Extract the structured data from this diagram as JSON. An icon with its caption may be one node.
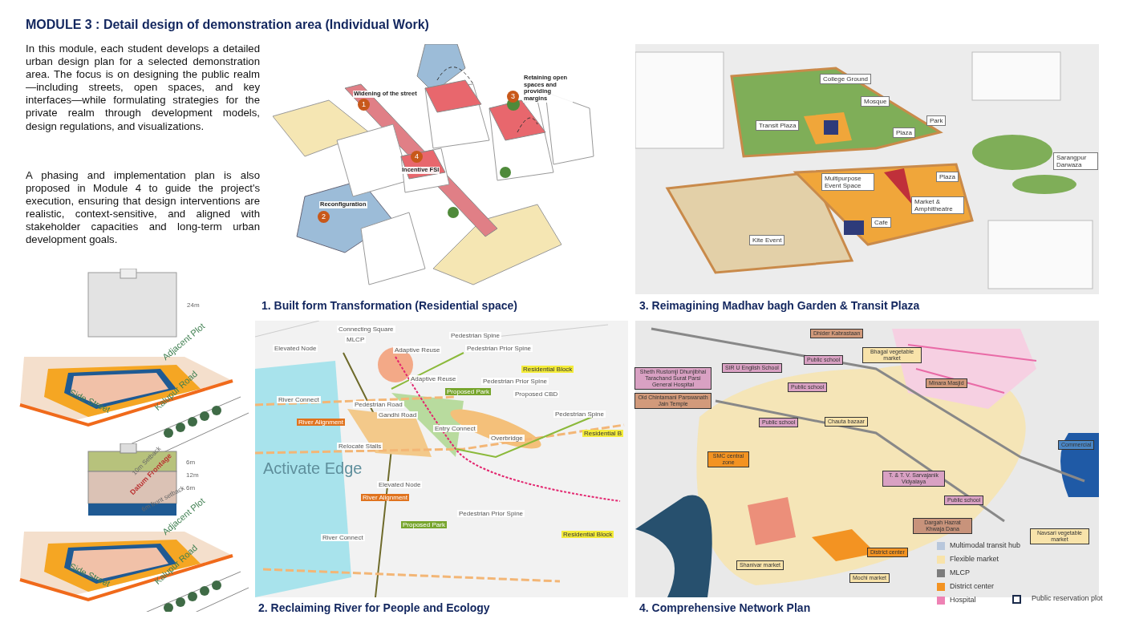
{
  "diagram": {
    "title": "MODULE 3 : Detail design of demonstration area (Individual Work)",
    "labels": [
      "In this module, each student develops a detailed urban design plan for a selected demonstration area. The focus is on designing the public realm—including streets, open spaces, and key interfaces—while formulating strategies for the private realm through development models, design regulations, and visualizations.",
      "A phasing and implementation plan is also proposed in Module 4 to guide the project's execution, ensuring that design interventions are realistic, context-sensitive, and aligned with stakeholder capacities and long-term urban development goals.",
      "Widening of the street",
      "1",
      "Retaining open spaces and providing margins",
      "3",
      "4",
      "Incentive FSI",
      "Reconfiguration",
      "2",
      "1. Built form Transformation (Residential space)",
      "College Ground",
      "Mosque",
      "Transit Plaza",
      "Park",
      "Plaza",
      "Sarangpur Darwaza",
      "Multipurpose Event Space",
      "Plaza",
      "Market & Amphitheatre",
      "Cafe",
      "Kite Event",
      "3. Reimagining Madhav bagh Garden & Transit Plaza",
      "24m",
      "Adjacent Plot",
      "Side Street",
      "Kalupur Road",
      "6m",
      "12m",
      "6m",
      "10m Setback",
      "Datum Frontage",
      "6m front setback",
      "Adjacent Plot",
      "Side Street",
      "Kalupur Road",
      "Connecting Square",
      "MLCP",
      "Elevated Node",
      "Pedestrian Spine",
      "Adaptive Reuse",
      "Pedestrian Prior Spine",
      "Residential Block",
      "Adaptive Reuse",
      "Pedestrian Prior Spine",
      "Proposed Park",
      "Proposed CBD",
      "River Connect",
      "Pedestrian Road",
      "Gandhi Road",
      "River Alignment",
      "Pedestrian Spine",
      "Entry Connect",
      "Overbridge",
      "Residential B",
      "Relocate Stalls",
      "Activate Edge",
      "Elevated Node",
      "River Alignment",
      "Pedestrian Prior Spine",
      "Proposed Park",
      "River Connect",
      "Residential Block",
      "2. Reclaiming River for People and Ecology",
      "Dhider Kabrastaan",
      "Public school",
      "Bhagal vegetable market",
      "SIR U English School",
      "Sheth Rustomji Dhunjibhai Tarachand Surat Parsi General Hospital",
      "Public school",
      "Minara Masjid",
      "Old Chintamani Parswanath Jain Temple",
      "Public school",
      "Chauta bazaar",
      "Commercial",
      "SMC central zone",
      "T. & T. V. Sarvajanik Vidyalaya",
      "Public school",
      "Dargah Hazrat Khwaja Dana",
      "Navsari vegetable market",
      "District center",
      "Shanivar market",
      "Mochi market",
      "4. Comprehensive Network Plan"
    ],
    "legend": [
      {
        "text": "Multimodal transit hub",
        "color": "#b8c7dc"
      },
      {
        "text": "Flexible market",
        "color": "#f8e3aa"
      },
      {
        "text": "MLCP",
        "color": "#7d7d7d"
      },
      {
        "text": "District center",
        "color": "#f39322"
      },
      {
        "text": "Hospital",
        "color": "#ee82b4"
      },
      {
        "text": "Public reservation plot"
      }
    ]
  }
}
